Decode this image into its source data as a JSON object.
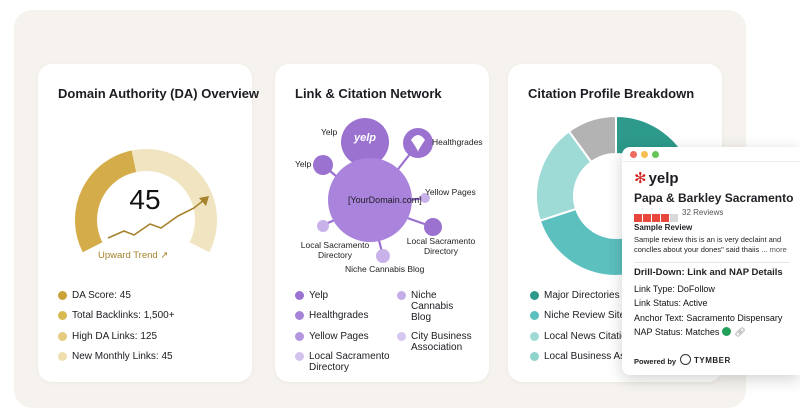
{
  "da_card": {
    "title": "Domain Authority (DA) Overview",
    "score": "45",
    "gauge_fraction": 0.45,
    "trend_label": "Upward Trend ↗",
    "colors": {
      "gauge_fill": "#d4ad4a",
      "gauge_track": "#f1e4c0",
      "trend_line": "#a6822c"
    },
    "legend": [
      {
        "label": "DA Score: 45",
        "color": "#c9a336"
      },
      {
        "label": "Total Backlinks: 1,500+",
        "color": "#d9b952"
      },
      {
        "label": "High DA Links: 125",
        "color": "#e4cb7e"
      },
      {
        "label": "New Monthly Links: 45",
        "color": "#efdfae"
      }
    ]
  },
  "network_card": {
    "title": "Link & Citation Network",
    "center_label": "[YourDomain.com]",
    "hub_labels": {
      "yelp_top": "Yelp",
      "yelp_logo": "yelp",
      "healthgrades": "Healthgrades",
      "yelp_left": "Yelp",
      "yellow_pages": "Yellow Pages",
      "local_left_1": "Local Sacramento",
      "local_left_2": "Directory",
      "local_right_1": "Local Sacramento",
      "local_right_2": "Directory",
      "niche_blog": "Niche Cannabis Blog"
    },
    "colors": {
      "primary": "#9b72d0",
      "light": "#c9b2ea",
      "lighter": "#ddd0f2",
      "center": "#a983dc"
    },
    "legend": [
      {
        "label": "Yelp",
        "color": "#9b72d0"
      },
      {
        "label": "Niche\nCannabis\nBlog",
        "color": "#c4aee8"
      },
      {
        "label": "Healthgrades",
        "color": "#a683d8"
      },
      {
        "label": "Yellow Pages",
        "color": "#b495df"
      },
      {
        "label": "City Business\nAssociation",
        "color": "#d6c7f0"
      },
      {
        "label": "Local Sacramento\nDirectory",
        "color": "#d2c3ee"
      }
    ]
  },
  "citation_card": {
    "title": "Citation Profile Breakdown",
    "slices": [
      {
        "name": "Major Directories",
        "value": 40,
        "color": "#2d9a8c"
      },
      {
        "name": "Niche Review Site",
        "value": 30,
        "color": "#5cc0bf"
      },
      {
        "name": "Local News Citation",
        "value": 20,
        "color": "#9fdbd6"
      },
      {
        "name": "Local Business Assoc",
        "value": 10,
        "color": "#b3b3b3"
      }
    ],
    "legend": [
      {
        "label": "Major Directories",
        "color": "#2d9a8c"
      },
      {
        "label": "Niche Review Site",
        "color": "#5cc0bf"
      },
      {
        "label": "Local News Citation",
        "color": "#9fdbd6"
      },
      {
        "label": "Local Business Asso",
        "color": "#8fd3cd"
      }
    ]
  },
  "popup": {
    "logo_text": "yelp",
    "business_name": "Papa & Barkley Sacramento",
    "rating": 4,
    "reviews": "32 Reviews",
    "sample_heading": "Sample Review",
    "sample_text": "Sample review this is an is very declaint and conclles about your dones\" said thaiis ...",
    "more_label": "more",
    "drill_heading": "Drill-Down: Link and NAP Details",
    "link_type": "Link Type: DoFollow",
    "link_status": "Link Status: Active",
    "anchor_text": "Anchor Text: Sacramento Dispensary",
    "nap_status": "NAP Status: Matches",
    "powered_by": "Powered by",
    "brand": "TYMBER",
    "window_dots": [
      "#ee6a5f",
      "#f5be4f",
      "#62c554"
    ]
  }
}
